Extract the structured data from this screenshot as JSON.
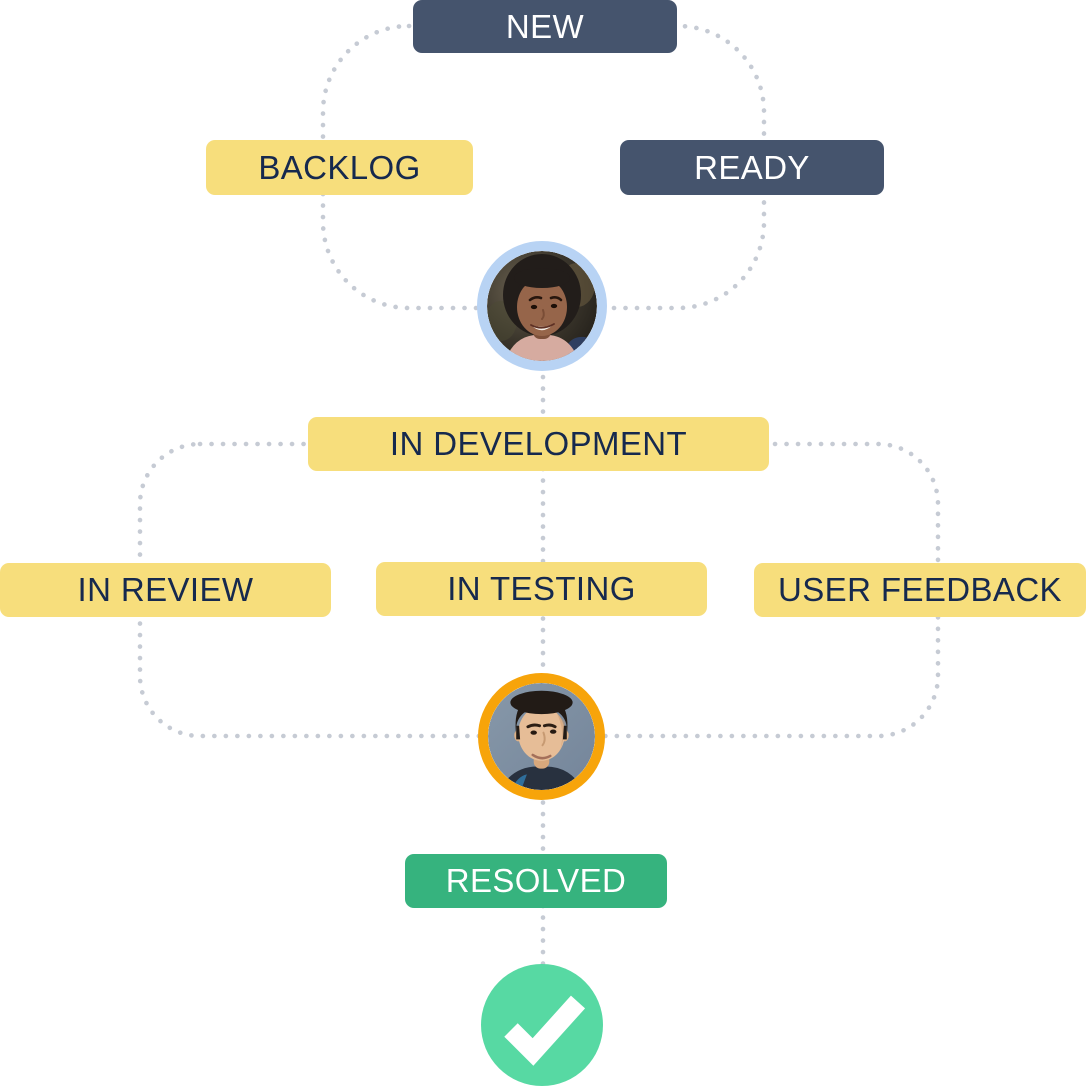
{
  "workflow": {
    "title_hidden": "",
    "statuses": [
      {
        "label": "NEW",
        "variant": "navy"
      },
      {
        "label": "BACKLOG",
        "variant": "yellow"
      },
      {
        "label": "READY",
        "variant": "navy"
      },
      {
        "label": "IN DEVELOPMENT",
        "variant": "yellow"
      },
      {
        "label": "IN REVIEW",
        "variant": "yellow"
      },
      {
        "label": "IN TESTING",
        "variant": "yellow"
      },
      {
        "label": "USER FEEDBACK",
        "variant": "yellow"
      },
      {
        "label": "RESOLVED",
        "variant": "green"
      }
    ],
    "avatars": [
      {
        "icon": "woman-avatar-icon",
        "ring_color": "#B8D3F4"
      },
      {
        "icon": "man-avatar-icon",
        "ring_color": "#F7A40A"
      }
    ],
    "done": {
      "icon": "checkmark-icon",
      "circle_color": "#57D9A3",
      "check_color": "#FFFFFF"
    }
  },
  "colors": {
    "navy_badge": "#45546D",
    "yellow_badge": "#F7DE7C",
    "green_badge": "#36B37E",
    "dark_text": "#16294E",
    "light_text": "#FFFFFF",
    "dotted_line": "#C6CBD4"
  }
}
